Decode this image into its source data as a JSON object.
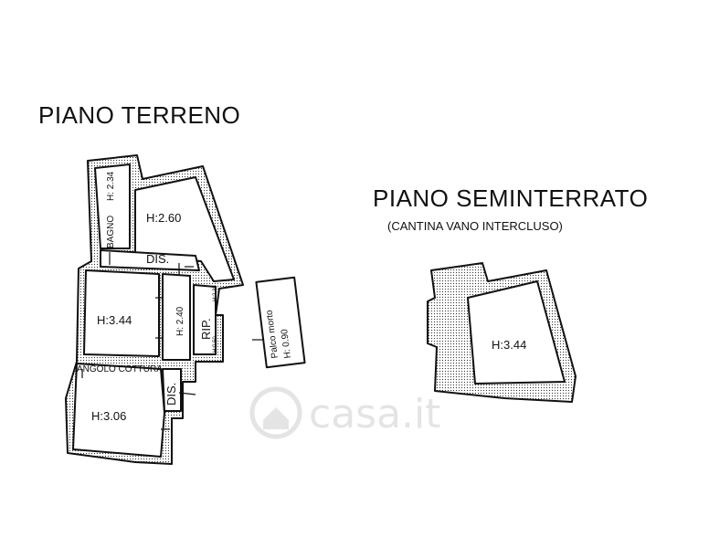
{
  "floors": {
    "ground": {
      "title": "PIANO TERRENO",
      "rooms": {
        "bagno": "BAGNO",
        "bagno_height": "H: 2.34",
        "room_top": "H:2.60",
        "dis_top": "DIS.",
        "room_left": "H:3.44",
        "corridor_height": "H: 2.40",
        "rip": "RIP.",
        "rip_h1": "H:2.35",
        "rip_h2": "H:0.50",
        "angolo": "ANGOLO COTTURA",
        "dis_bottom": "DIS.",
        "room_bottom": "H:3.06"
      },
      "palco": {
        "line1": "Palco morto",
        "line2": "H: 0.90"
      }
    },
    "basement": {
      "title": "PIANO SEMINTERRATO",
      "subtitle": "(CANTINA VANO INTERCLUSO)",
      "room_height": "H:3.44"
    }
  },
  "watermark": "casa.it",
  "colors": {
    "ink": "#111111",
    "background": "#ffffff",
    "watermark": "#e4e4e4"
  }
}
